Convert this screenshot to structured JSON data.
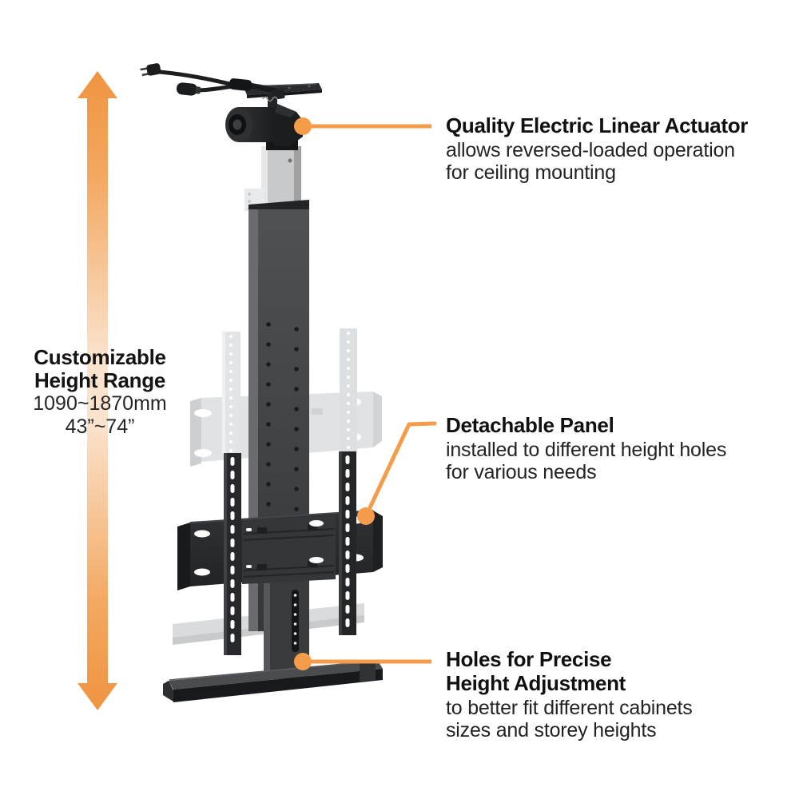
{
  "colors": {
    "accent_orange": "#F49C49",
    "arrow_orange_dark": "#EF9441",
    "arrow_orange_light": "#FAE3CD",
    "text_dark": "#1c1c1c"
  },
  "height_range_label": {
    "title": "Customizable\nHeight Range",
    "range_mm": "1090~1870mm",
    "range_inches": "43”~74”"
  },
  "annotations": {
    "actuator": {
      "title": "Quality Electric Linear Actuator",
      "description": "allows reversed-loaded operation\nfor ceiling mounting"
    },
    "detachable_panel": {
      "title": "Detachable Panel",
      "description": "installed to different height holes\nfor various needs"
    },
    "height_holes": {
      "title": "Holes for Precise\nHeight Adjustment",
      "description": "to better fit different cabinets\nsizes and storey heights"
    }
  }
}
